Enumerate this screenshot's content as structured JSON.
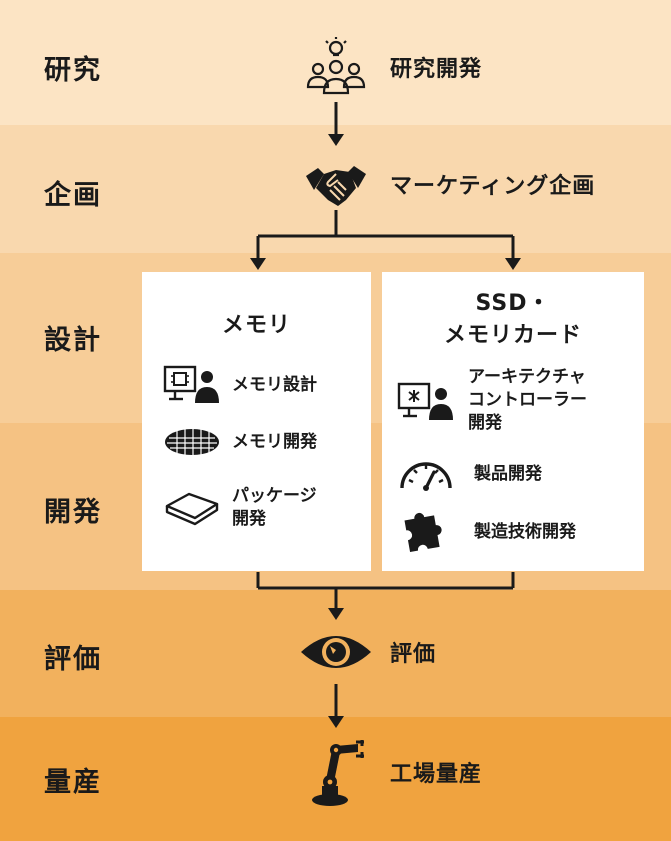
{
  "bands": [
    {
      "label": "研究",
      "color": "#fce4c4"
    },
    {
      "label": "企画",
      "color": "#f9d8ae"
    },
    {
      "label": "設計",
      "color": "#f7cd98"
    },
    {
      "label": "開発",
      "color": "#f5c283"
    },
    {
      "label": "評価",
      "color": "#f2b15d"
    },
    {
      "label": "量産",
      "color": "#f0a33f"
    }
  ],
  "steps": {
    "research": {
      "label": "研究開発",
      "icon": "lightbulb-team-icon"
    },
    "planning": {
      "label": "マーケティング企画",
      "icon": "handshake-icon"
    },
    "evaluation": {
      "label": "評価",
      "icon": "eye-icon"
    },
    "production": {
      "label": "工場量産",
      "icon": "robot-arm-icon"
    }
  },
  "memory_box": {
    "title": "メモリ",
    "items": [
      {
        "label": "メモリ設計",
        "icon": "chip-engineer-icon"
      },
      {
        "label": "メモリ開発",
        "icon": "wafer-icon"
      },
      {
        "label_line1": "パッケージ",
        "label_line2": "開発",
        "icon": "package-icon"
      }
    ]
  },
  "ssd_box": {
    "title_line1": "SSD・",
    "title_line2": "メモリカード",
    "items": [
      {
        "label_line1": "アーキテクチャ",
        "label_line2": "コントローラー",
        "label_line3": "開発",
        "icon": "architect-icon"
      },
      {
        "label": "製品開発",
        "icon": "gauge-icon"
      },
      {
        "label": "製造技術開発",
        "icon": "puzzle-icon"
      }
    ]
  },
  "colors": {
    "ink": "#1a1a1a",
    "box": "#ffffff"
  }
}
